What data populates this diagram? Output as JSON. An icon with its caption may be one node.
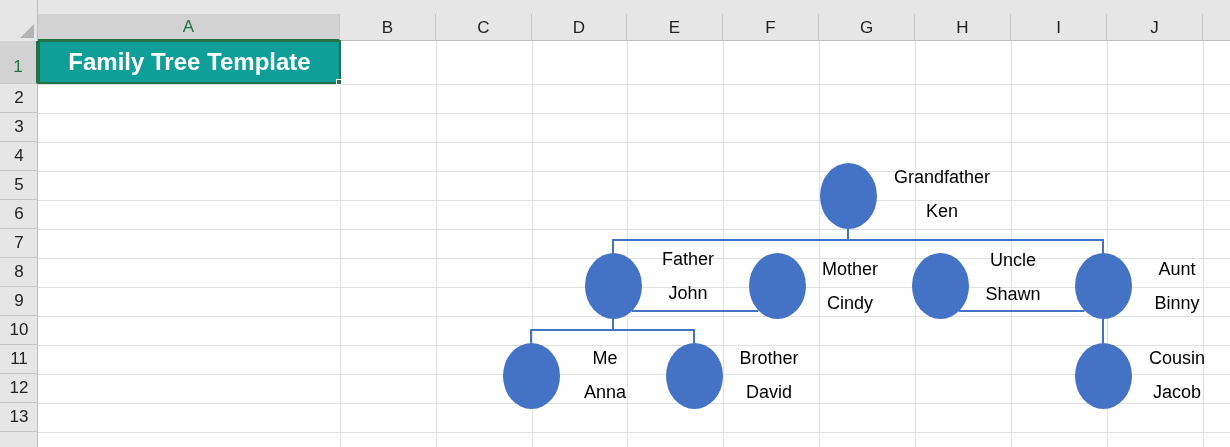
{
  "diagram": {
    "title": "Family Tree Template",
    "nodes": [
      {
        "text": [],
        "shape": "circle",
        "beside": [
          "Grandfather",
          "Ken"
        ]
      },
      {
        "text": [],
        "shape": "circle",
        "beside": [
          "Father",
          "John"
        ]
      },
      {
        "text": [],
        "shape": "circle",
        "beside": [
          "Mother",
          "Cindy"
        ]
      },
      {
        "text": [],
        "shape": "circle",
        "beside": [
          "Uncle",
          "Shawn"
        ]
      },
      {
        "text": [],
        "shape": "circle",
        "beside": [
          "Aunt",
          "Binny"
        ]
      },
      {
        "text": [],
        "shape": "circle",
        "beside": [
          "Me",
          "Anna"
        ]
      },
      {
        "text": [],
        "shape": "circle",
        "beside": [
          "Brother",
          "David"
        ]
      },
      {
        "text": [],
        "shape": "circle",
        "beside": [
          "Cousin",
          "Jacob"
        ]
      }
    ],
    "edges": [
      {
        "from": 0,
        "to": 1,
        "arrow": "none"
      },
      {
        "from": 0,
        "to": 4,
        "arrow": "none"
      },
      {
        "from": 1,
        "to": 2,
        "arrow": "none"
      },
      {
        "from": 3,
        "to": 4,
        "arrow": "none"
      },
      {
        "from": 1,
        "to": 5,
        "arrow": "none"
      },
      {
        "from": 1,
        "to": 6,
        "arrow": "none"
      },
      {
        "from": 4,
        "to": 7,
        "arrow": "none"
      }
    ],
    "labels": [
      "A",
      "B",
      "C",
      "D",
      "E",
      "F",
      "G",
      "H",
      "I",
      "J",
      "1",
      "2",
      "3",
      "4",
      "5",
      "6",
      "7",
      "8",
      "9",
      "10",
      "11",
      "12",
      "13"
    ]
  }
}
